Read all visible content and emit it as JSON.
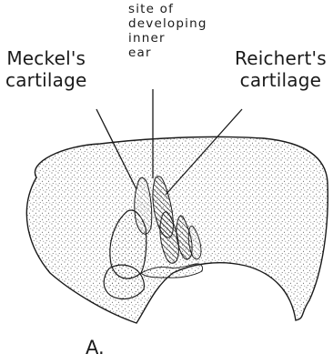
{
  "labels": {
    "inner_ear": [
      "site of",
      "developing",
      "inner",
      "ear"
    ],
    "meckel": [
      "Meckel's",
      "cartilage"
    ],
    "reichert": [
      "Reichert's",
      "cartilage"
    ],
    "panel": "A."
  },
  "colors": {
    "ink": "#1a1a1a",
    "stipple": "#2b2b2b",
    "background": "#ffffff"
  }
}
